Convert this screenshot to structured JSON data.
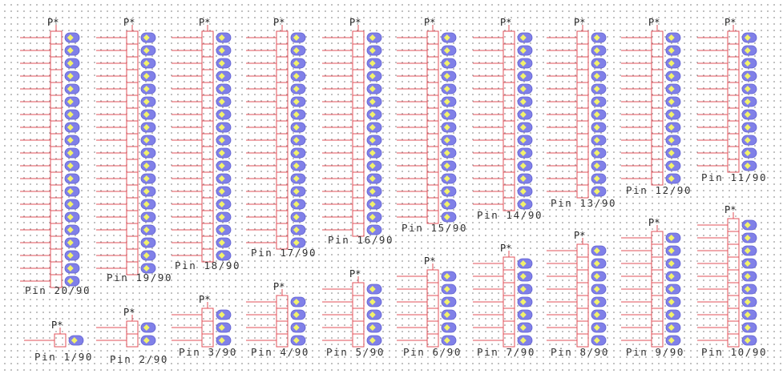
{
  "colors": {
    "background": "#ffffff",
    "grid_dot": "#8a8a8a",
    "outline": "#e0505a",
    "pad_fill": "#8080e8",
    "pad_stroke": "#6060d0",
    "pad_hole": "#f2f26a",
    "text": "#222222"
  },
  "footprints": [
    {
      "reference": "P*",
      "value": "Pin 1/90",
      "pins": 1
    },
    {
      "reference": "P*",
      "value": "Pin 2/90",
      "pins": 2
    },
    {
      "reference": "P*",
      "value": "Pin 3/90",
      "pins": 3
    },
    {
      "reference": "P*",
      "value": "Pin 4/90",
      "pins": 4
    },
    {
      "reference": "P*",
      "value": "Pin 5/90",
      "pins": 5
    },
    {
      "reference": "P*",
      "value": "Pin 6/90",
      "pins": 6
    },
    {
      "reference": "P*",
      "value": "Pin 7/90",
      "pins": 7
    },
    {
      "reference": "P*",
      "value": "Pin 8/90",
      "pins": 8
    },
    {
      "reference": "P*",
      "value": "Pin 9/90",
      "pins": 9
    },
    {
      "reference": "P*",
      "value": "Pin 10/90",
      "pins": 10
    },
    {
      "reference": "P*",
      "value": "Pin 11/90",
      "pins": 11
    },
    {
      "reference": "P*",
      "value": "Pin 12/90",
      "pins": 12
    },
    {
      "reference": "P*",
      "value": "Pin 13/90",
      "pins": 13
    },
    {
      "reference": "P*",
      "value": "Pin 14/90",
      "pins": 14
    },
    {
      "reference": "P*",
      "value": "Pin 15/90",
      "pins": 15
    },
    {
      "reference": "P*",
      "value": "Pin 16/90",
      "pins": 16
    },
    {
      "reference": "P*",
      "value": "Pin 17/90",
      "pins": 17
    },
    {
      "reference": "P*",
      "value": "Pin 18/90",
      "pins": 18
    },
    {
      "reference": "P*",
      "value": "Pin 19/90",
      "pins": 19
    },
    {
      "reference": "P*",
      "value": "Pin 20/90",
      "pins": 20
    }
  ]
}
